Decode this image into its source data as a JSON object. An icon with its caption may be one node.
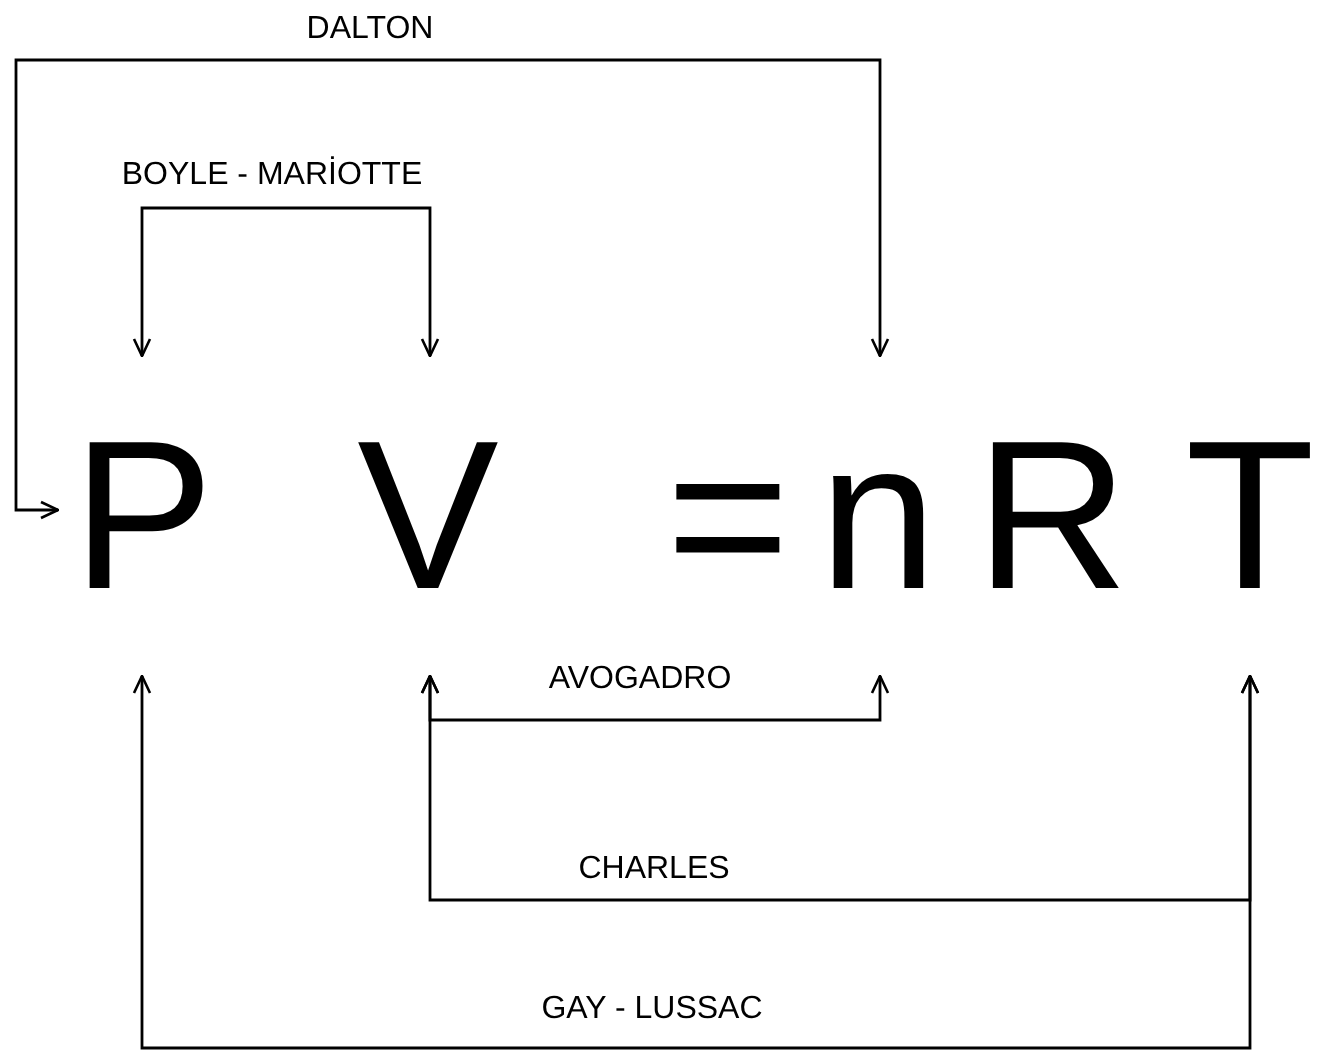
{
  "diagram": {
    "nodes": [
      {
        "text": [
          "P"
        ]
      },
      {
        "text": [
          "V"
        ]
      },
      {
        "text": [
          "n"
        ]
      },
      {
        "text": [
          "T"
        ]
      }
    ],
    "edges": [
      {
        "from": 0,
        "to": 2,
        "arrow": "both",
        "label": "DALTON"
      },
      {
        "from": 0,
        "to": 1,
        "arrow": "both",
        "label": "BOYLE - MARİOTTE"
      },
      {
        "from": 1,
        "to": 2,
        "arrow": "both",
        "label": "AVOGADRO"
      },
      {
        "from": 1,
        "to": 3,
        "arrow": "both",
        "label": "CHARLES"
      },
      {
        "from": 0,
        "to": 3,
        "arrow": "both",
        "label": "GAY - LUSSAC"
      }
    ],
    "labels": [
      "=",
      "R"
    ]
  }
}
